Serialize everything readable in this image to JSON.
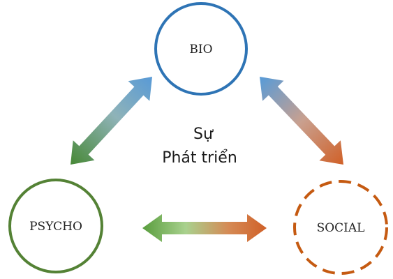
{
  "nodes": {
    "bio": {
      "label": "BIO",
      "color": "#2e74b5"
    },
    "psycho": {
      "label": "PSYCHO",
      "color": "#548235"
    },
    "social": {
      "label": "SOCIAL",
      "color": "#c55a11",
      "border": "dashed"
    }
  },
  "center": {
    "line1": "Sự",
    "line2": "Phát triển"
  },
  "arrows": [
    {
      "from": "psycho",
      "to": "bio",
      "colors": [
        "#5b9bd5",
        "#70ad47"
      ]
    },
    {
      "from": "bio",
      "to": "social",
      "colors": [
        "#5b9bd5",
        "#ed7d31"
      ]
    },
    {
      "from": "psycho",
      "to": "social",
      "colors": [
        "#70ad47",
        "#a9d18e",
        "#ed7d31"
      ]
    }
  ]
}
